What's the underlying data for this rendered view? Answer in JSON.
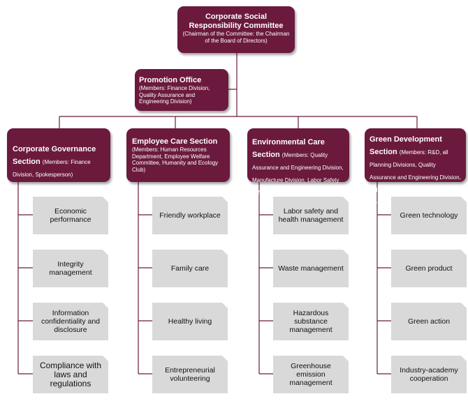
{
  "top": {
    "title": "Corporate Social Responsibility Committee",
    "sub": "(Chairman of the Committee: the Chairman of the Board of Directors)"
  },
  "promotion": {
    "title": "Promotion Office",
    "sub": "(Members: Finance Division, Quality Assurance and Engineering Division)"
  },
  "sections": [
    {
      "title": "Corporate Governance Section",
      "sub": "(Members: Finance Division, Spokesperson)",
      "items": [
        "Economic performance",
        "Integrity management",
        "Information confidentiality and disclosure",
        "Compliance with laws and regulations"
      ]
    },
    {
      "title": "Employee Care Section",
      "sub": "(Members: Human Resources Department, Employee Welfare Committee, Humanity and Ecology Club)",
      "items": [
        "Friendly workplace",
        "Family care",
        "Healthy living",
        "Entrepreneurial volunteering"
      ]
    },
    {
      "title": "Environmental Care Section",
      "sub": "(Members: Quality Assurance and Engineering Division, Manufacture Division, Labor Safety Office)",
      "items": [
        "Labor safety and health management",
        "Waste management",
        "Hazardous substance management",
        "Greenhouse emission management"
      ]
    },
    {
      "title": "Green Development Section",
      "sub": "(Members: R&D, all Planning Divisions, Quality Assurance and Engineering Division, Sales Division, HR Dept., General Merchandise Dept., etc.)",
      "items": [
        "Green technology",
        "Green product",
        "Green action",
        "Industry-academy cooperation"
      ]
    }
  ],
  "colors": {
    "box": "#6b1a3e",
    "leaf": "#d9d9d9",
    "line": "#6b1a3e"
  }
}
